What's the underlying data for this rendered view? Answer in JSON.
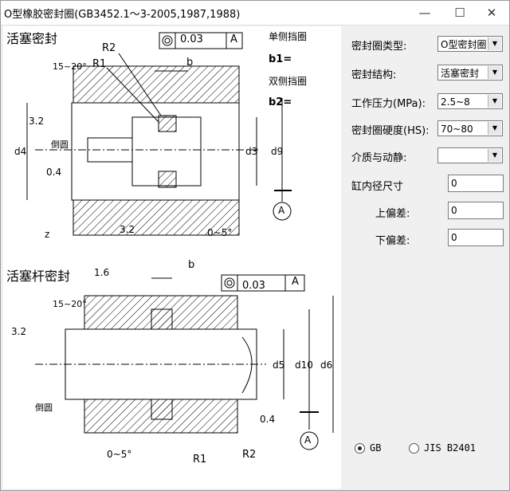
{
  "window": {
    "title": "O型橡胶密封圈(GB3452.1～3-2005,1987,1988)",
    "min_glyph": "—",
    "max_glyph": "☐",
    "close_glyph": "✕"
  },
  "drawing": {
    "piston_title": "活塞密封",
    "rod_title": "活塞杆密封",
    "tol_value": "0.03",
    "datum": "A",
    "single_retainer": "单侧挡圈",
    "b1": "b1=",
    "double_retainer": "双侧挡圈",
    "b2": "b2=",
    "r1": "R1",
    "r2": "R2",
    "angle_15_20": "15~20°",
    "angle_0_5": "0~5°",
    "b": "b",
    "z": "z",
    "rough_32": "3.2",
    "rough_04": "0.4",
    "rough_16": "1.6",
    "chamfer": "倒圆",
    "d3": "d3",
    "d4": "d4",
    "d5": "d5",
    "d6": "d6",
    "d9": "d9",
    "d10": "d10"
  },
  "form": {
    "seal_type_label": "密封圈类型:",
    "seal_type_value": "O型密封圈",
    "structure_label": "密封结构:",
    "structure_value": "活塞密封",
    "pressure_label": "工作压力(MPa):",
    "pressure_value": "2.5~8",
    "hardness_label": "密封圈硬度(HS):",
    "hardness_value": "70~80",
    "medium_label": "介质与动静:",
    "medium_value": "",
    "bore_label": "缸内径尺寸",
    "bore_value": "0",
    "upper_label": "上偏差:",
    "upper_value": "0",
    "lower_label": "下偏差:",
    "lower_value": "0",
    "std_gb": "GB",
    "std_jis": "JIS B2401"
  }
}
